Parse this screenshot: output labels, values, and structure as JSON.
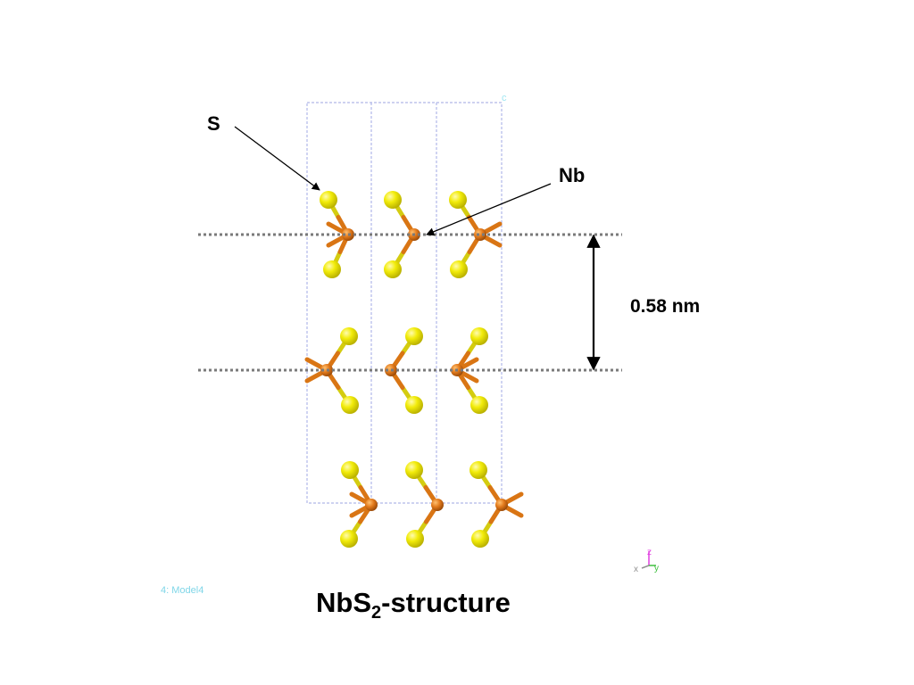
{
  "labels": {
    "sulfur": "S",
    "niobium": "Nb",
    "interlayer_spacing": "0.58 nm",
    "model_name": "4: Model4",
    "cell_axis": "c"
  },
  "title": {
    "prefix": "NbS",
    "subscript": "2",
    "suffix": "-structure"
  },
  "axis_triad": {
    "z": "z",
    "x": "x",
    "y": "y"
  },
  "colors": {
    "sulfur": "#f2ec0a",
    "niobium": "#e27a1c",
    "cell": "#b0b8e8",
    "guide": "#7a7a7a",
    "arrow": "#000000",
    "axis_z": "#e040e0",
    "axis_y": "#40c040",
    "axis_x": "#909090"
  }
}
